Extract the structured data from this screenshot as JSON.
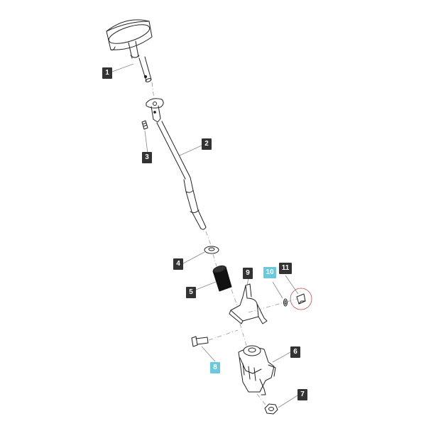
{
  "colors": {
    "part_stroke": "#222222",
    "leader": "#888888",
    "callout_dark": "#333333",
    "callout_highlight": "#6cc8dc",
    "detail_circle": "#c84a4a"
  },
  "callouts": [
    {
      "label": "1",
      "highlight": false
    },
    {
      "label": "2",
      "highlight": false
    },
    {
      "label": "3",
      "highlight": false
    },
    {
      "label": "4",
      "highlight": false
    },
    {
      "label": "5",
      "highlight": false
    },
    {
      "label": "9",
      "highlight": false
    },
    {
      "label": "10",
      "highlight": true
    },
    {
      "label": "11",
      "highlight": false
    },
    {
      "label": "6",
      "highlight": false
    },
    {
      "label": "8",
      "highlight": true
    },
    {
      "label": "7",
      "highlight": false
    }
  ]
}
